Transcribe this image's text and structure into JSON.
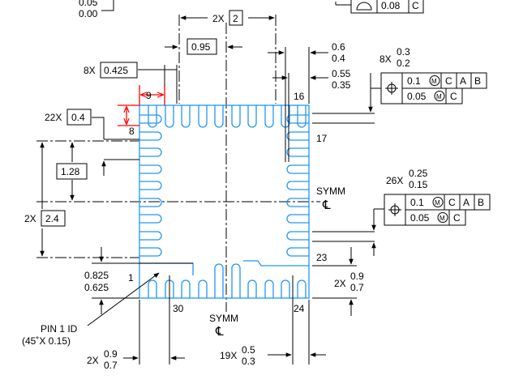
{
  "dimensions": {
    "top_offset_upper": "0.05",
    "top_offset_lower": "0.00",
    "body_width_prefix": "2X",
    "body_width_value": "2",
    "pitch_top": "0.95",
    "pad_width_prefix": "8X",
    "pad_width_value": "0.425",
    "right_upper_tol_upper": "0.6",
    "right_upper_tol_lower": "0.4",
    "right_mid_tol_upper": "0.55",
    "right_mid_tol_lower": "0.35",
    "lead_count_top_prefix": "8X",
    "lead_top_upper": "0.3",
    "lead_top_lower": "0.2",
    "side_pad_prefix": "22X",
    "side_pad_value": "0.4",
    "pitch_left": "1.28",
    "body_height_prefix": "2X",
    "body_height_value": "2.4",
    "lead_count_right_prefix": "26X",
    "lead_right_upper": "0.25",
    "lead_right_lower": "0.15",
    "left_low_upper": "0.825",
    "left_low_lower": "0.625",
    "right_low_prefix": "2X",
    "right_low_upper": "0.9",
    "right_low_lower": "0.7",
    "bottom_left_prefix": "2X",
    "bottom_left_upper": "0.9",
    "bottom_left_lower": "0.7",
    "bottom_mid_prefix": "19X",
    "bottom_mid_upper": "0.5",
    "bottom_mid_lower": "0.3"
  },
  "pins": {
    "p1": "1",
    "p8": "8",
    "p9": "9",
    "p16": "16",
    "p17": "17",
    "p23": "23",
    "p24": "24",
    "p30": "30"
  },
  "labels": {
    "symm_right": "SYMM",
    "symm_bottom": "SYMM",
    "centerline": "℄",
    "pin1_line1": "PIN 1 ID",
    "pin1_line2": "(45˚X 0.15)"
  },
  "fcf": {
    "profile_tol": "0.08",
    "profile_datum": "C",
    "top_row1_tol": "0.1",
    "top_row2_tol": "0.05",
    "right_row1_tol": "0.1",
    "right_row2_tol": "0.05",
    "datum_a": "A",
    "datum_b": "B",
    "datum_c": "C",
    "mmc": "M"
  },
  "colors": {
    "outline": "#2196f3",
    "highlight": "#ff0000",
    "ink": "#000000"
  }
}
